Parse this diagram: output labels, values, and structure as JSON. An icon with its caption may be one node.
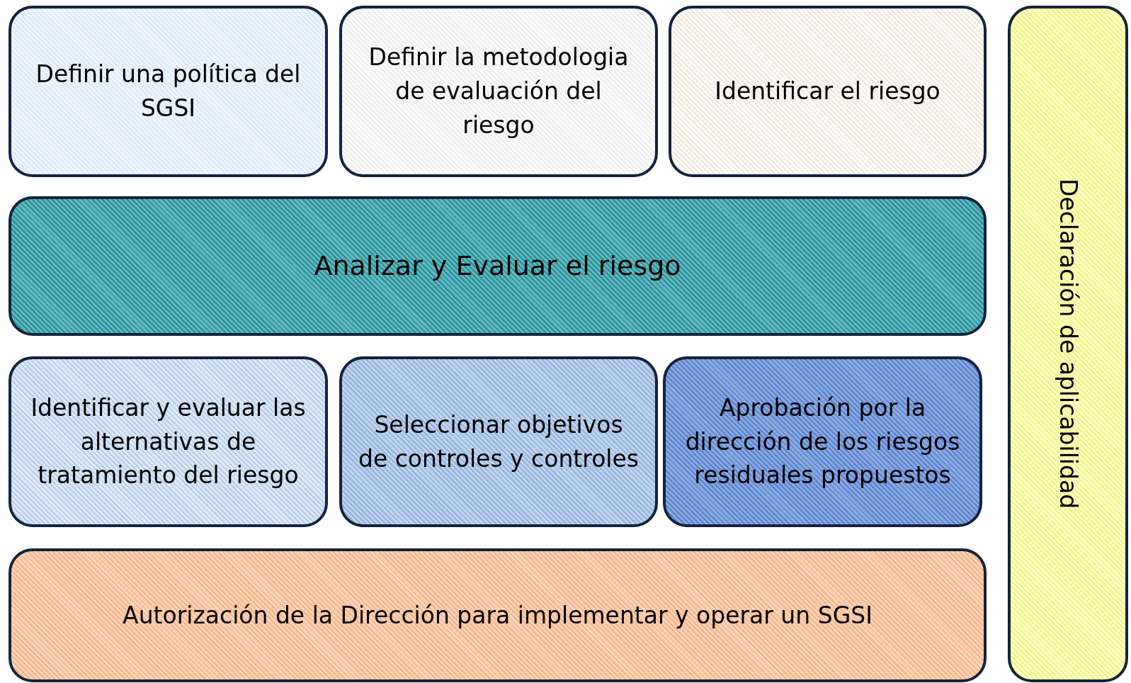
{
  "diagram": {
    "nodes": [
      {
        "text": [
          "Definir una política del SGSI"
        ]
      },
      {
        "text": [
          "Definir la metodologia de evaluación del riesgo"
        ]
      },
      {
        "text": [
          "Identificar el riesgo"
        ]
      },
      {
        "text": [
          "Analizar y Evaluar el riesgo"
        ]
      },
      {
        "text": [
          "Identificar y evaluar las alternativas de tratamiento del riesgo"
        ]
      },
      {
        "text": [
          "Seleccionar objetivos de controles y controles"
        ]
      },
      {
        "text": [
          "Aprobación por la dirección de los riesgos residuales propuestos"
        ]
      },
      {
        "text": [
          "Autorización de la Dirección para implementar y operar un SGSI"
        ]
      },
      {
        "text": [
          "Declaración de aplicabilidad"
        ]
      }
    ]
  }
}
